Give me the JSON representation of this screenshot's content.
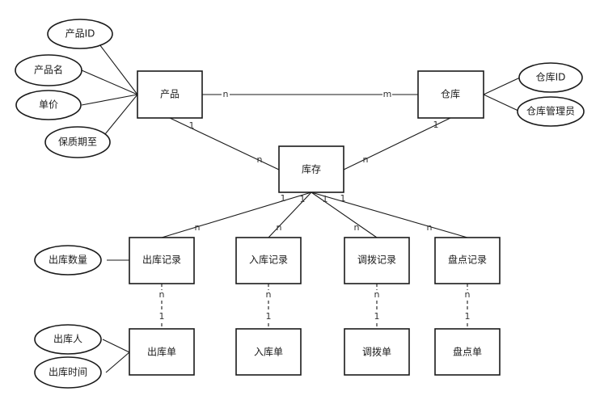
{
  "entities": {
    "product": "产品",
    "warehouse": "仓库",
    "inventory": "库存",
    "outbound_record": "出库记录",
    "inbound_record": "入库记录",
    "transfer_record": "调拨记录",
    "stocktake_record": "盘点记录",
    "outbound_order": "出库单",
    "inbound_order": "入库单",
    "transfer_order": "调拨单",
    "stocktake_order": "盘点单"
  },
  "attributes": {
    "product_id": "产品ID",
    "product_name": "产品名",
    "unit_price": "单价",
    "shelf_life": "保质期至",
    "warehouse_id": "仓库ID",
    "warehouse_manager": "仓库管理员",
    "outbound_qty": "出库数量",
    "outbound_person": "出库人",
    "outbound_time": "出库时间"
  },
  "cardinality": {
    "one": "1",
    "many": "n",
    "many_m": "m"
  }
}
